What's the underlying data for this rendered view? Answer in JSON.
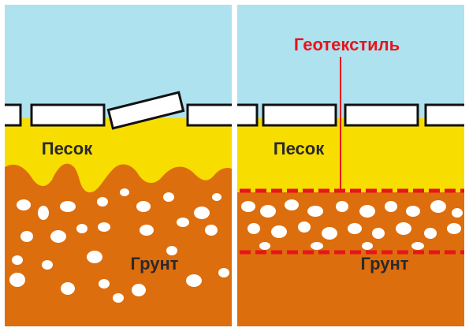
{
  "colors": {
    "sky": "#aee2ef",
    "sand": "#f7dd00",
    "soil": "#dd6e0e",
    "stone": "#ffffff",
    "tile_fill": "#ffffff",
    "tile_stroke": "#111111",
    "geotextile": "#e8141c",
    "label_dark": "#2a2a2a",
    "divider": "#ffffff"
  },
  "left_panel": {
    "sand_label": "Песок",
    "soil_label": "Грунт"
  },
  "right_panel": {
    "geotextile_label": "Геотекстиль",
    "sand_label": "Песок",
    "soil_label": "Грунт"
  }
}
